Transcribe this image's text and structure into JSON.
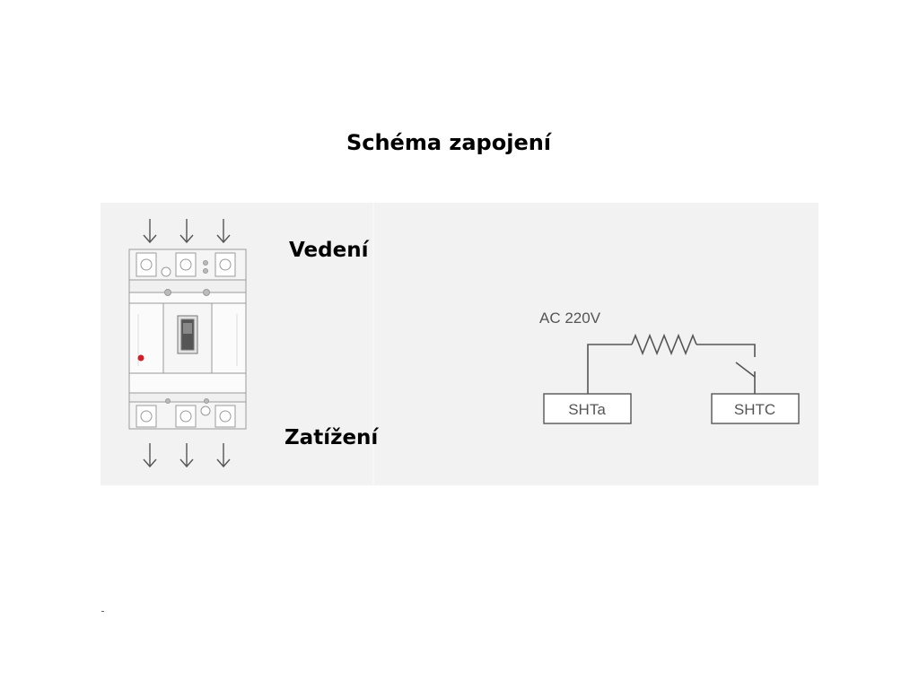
{
  "title": "Schéma zapojení",
  "labels": {
    "line": "Vedení",
    "load": "Zatížení"
  },
  "circuit": {
    "supply": "AC  220V",
    "terminal_a": "SHTa",
    "terminal_c": "SHTC"
  },
  "colors": {
    "panel": "#f2f2f2",
    "line_stroke": "#555555",
    "indicator": "#d0202a"
  }
}
